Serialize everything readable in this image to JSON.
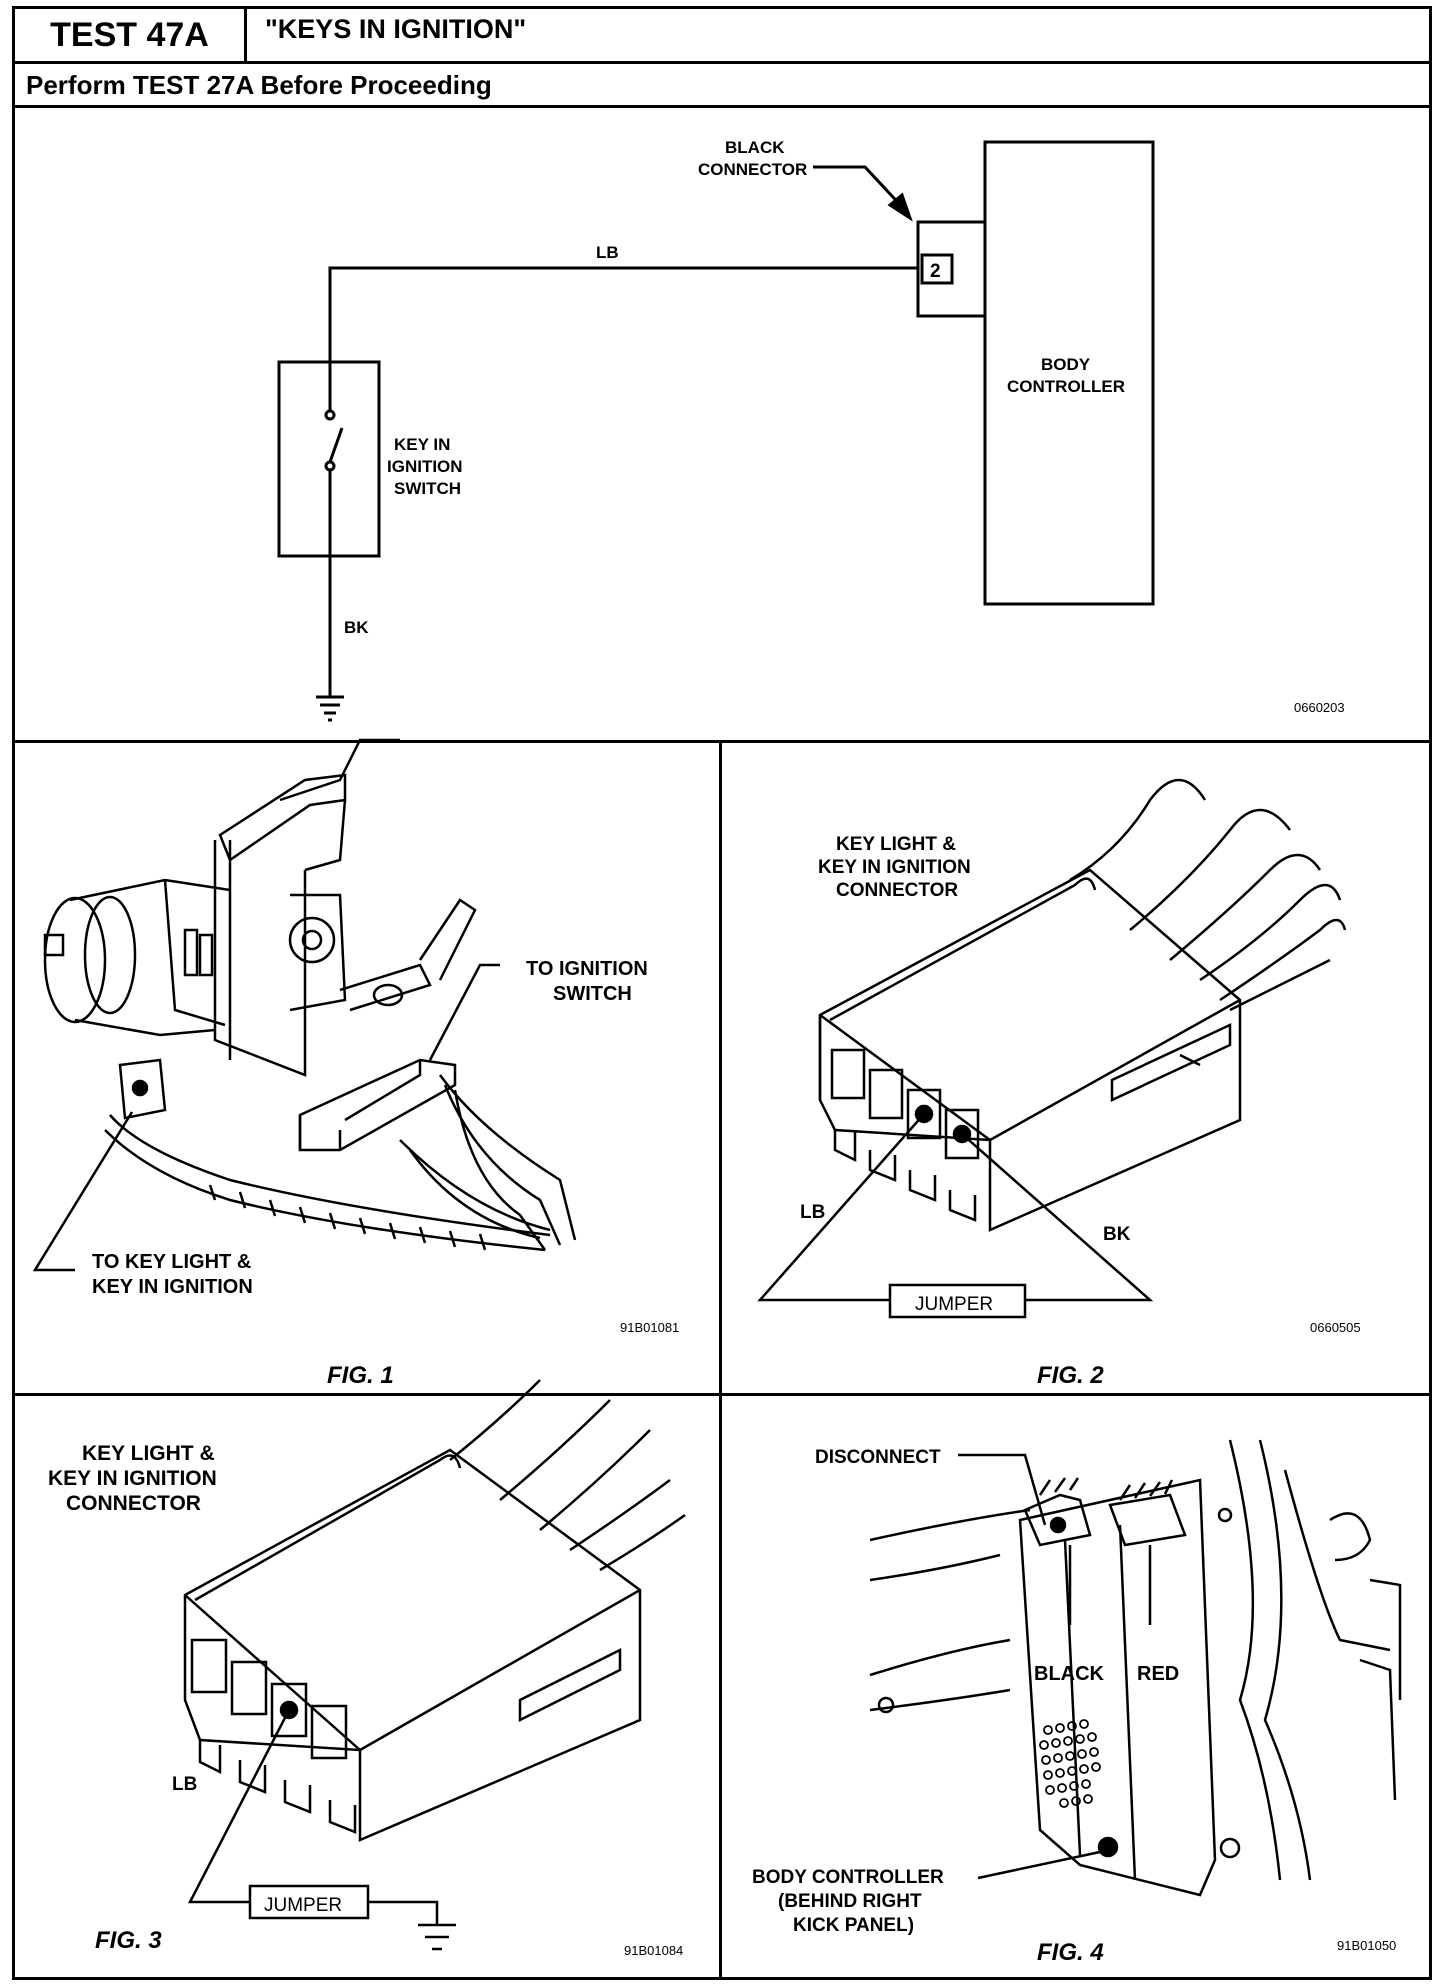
{
  "header": {
    "test_number": "TEST 47A",
    "test_title": "\"KEYS IN IGNITION\"",
    "prerequisite": "Perform TEST 27A Before Proceeding"
  },
  "schematic": {
    "connector_label_1": "BLACK",
    "connector_label_2": "CONNECTOR",
    "pin_number": "2",
    "wire_top": "LB",
    "wire_bottom": "BK",
    "controller_line1": "BODY",
    "controller_line2": "CONTROLLER",
    "switch_line1": "KEY  IN",
    "switch_line2": "IGNITION",
    "switch_line3": "SWITCH",
    "code": "0660203"
  },
  "fig1": {
    "to_ignition_1": "TO IGNITION",
    "to_ignition_2": "SWITCH",
    "to_key_1": "TO KEY LIGHT &",
    "to_key_2": "KEY IN IGNITION",
    "code": "91B01081",
    "caption": "FIG. 1"
  },
  "fig2": {
    "title_1": "KEY LIGHT &",
    "title_2": "KEY IN IGNITION",
    "title_3": "CONNECTOR",
    "lb": "LB",
    "bk": "BK",
    "jumper": "JUMPER",
    "code": "0660505",
    "caption": "FIG. 2"
  },
  "fig3": {
    "title_1": "KEY LIGHT &",
    "title_2": "KEY IN IGNITION",
    "title_3": "CONNECTOR",
    "lb": "LB",
    "jumper": "JUMPER",
    "code": "91B01084",
    "caption": "FIG. 3"
  },
  "fig4": {
    "disconnect": "DISCONNECT",
    "black": "BLACK",
    "red": "RED",
    "bc_1": "BODY CONTROLLER",
    "bc_2": "(BEHIND RIGHT",
    "bc_3": "KICK PANEL)",
    "code": "91B01050",
    "caption": "FIG. 4"
  }
}
